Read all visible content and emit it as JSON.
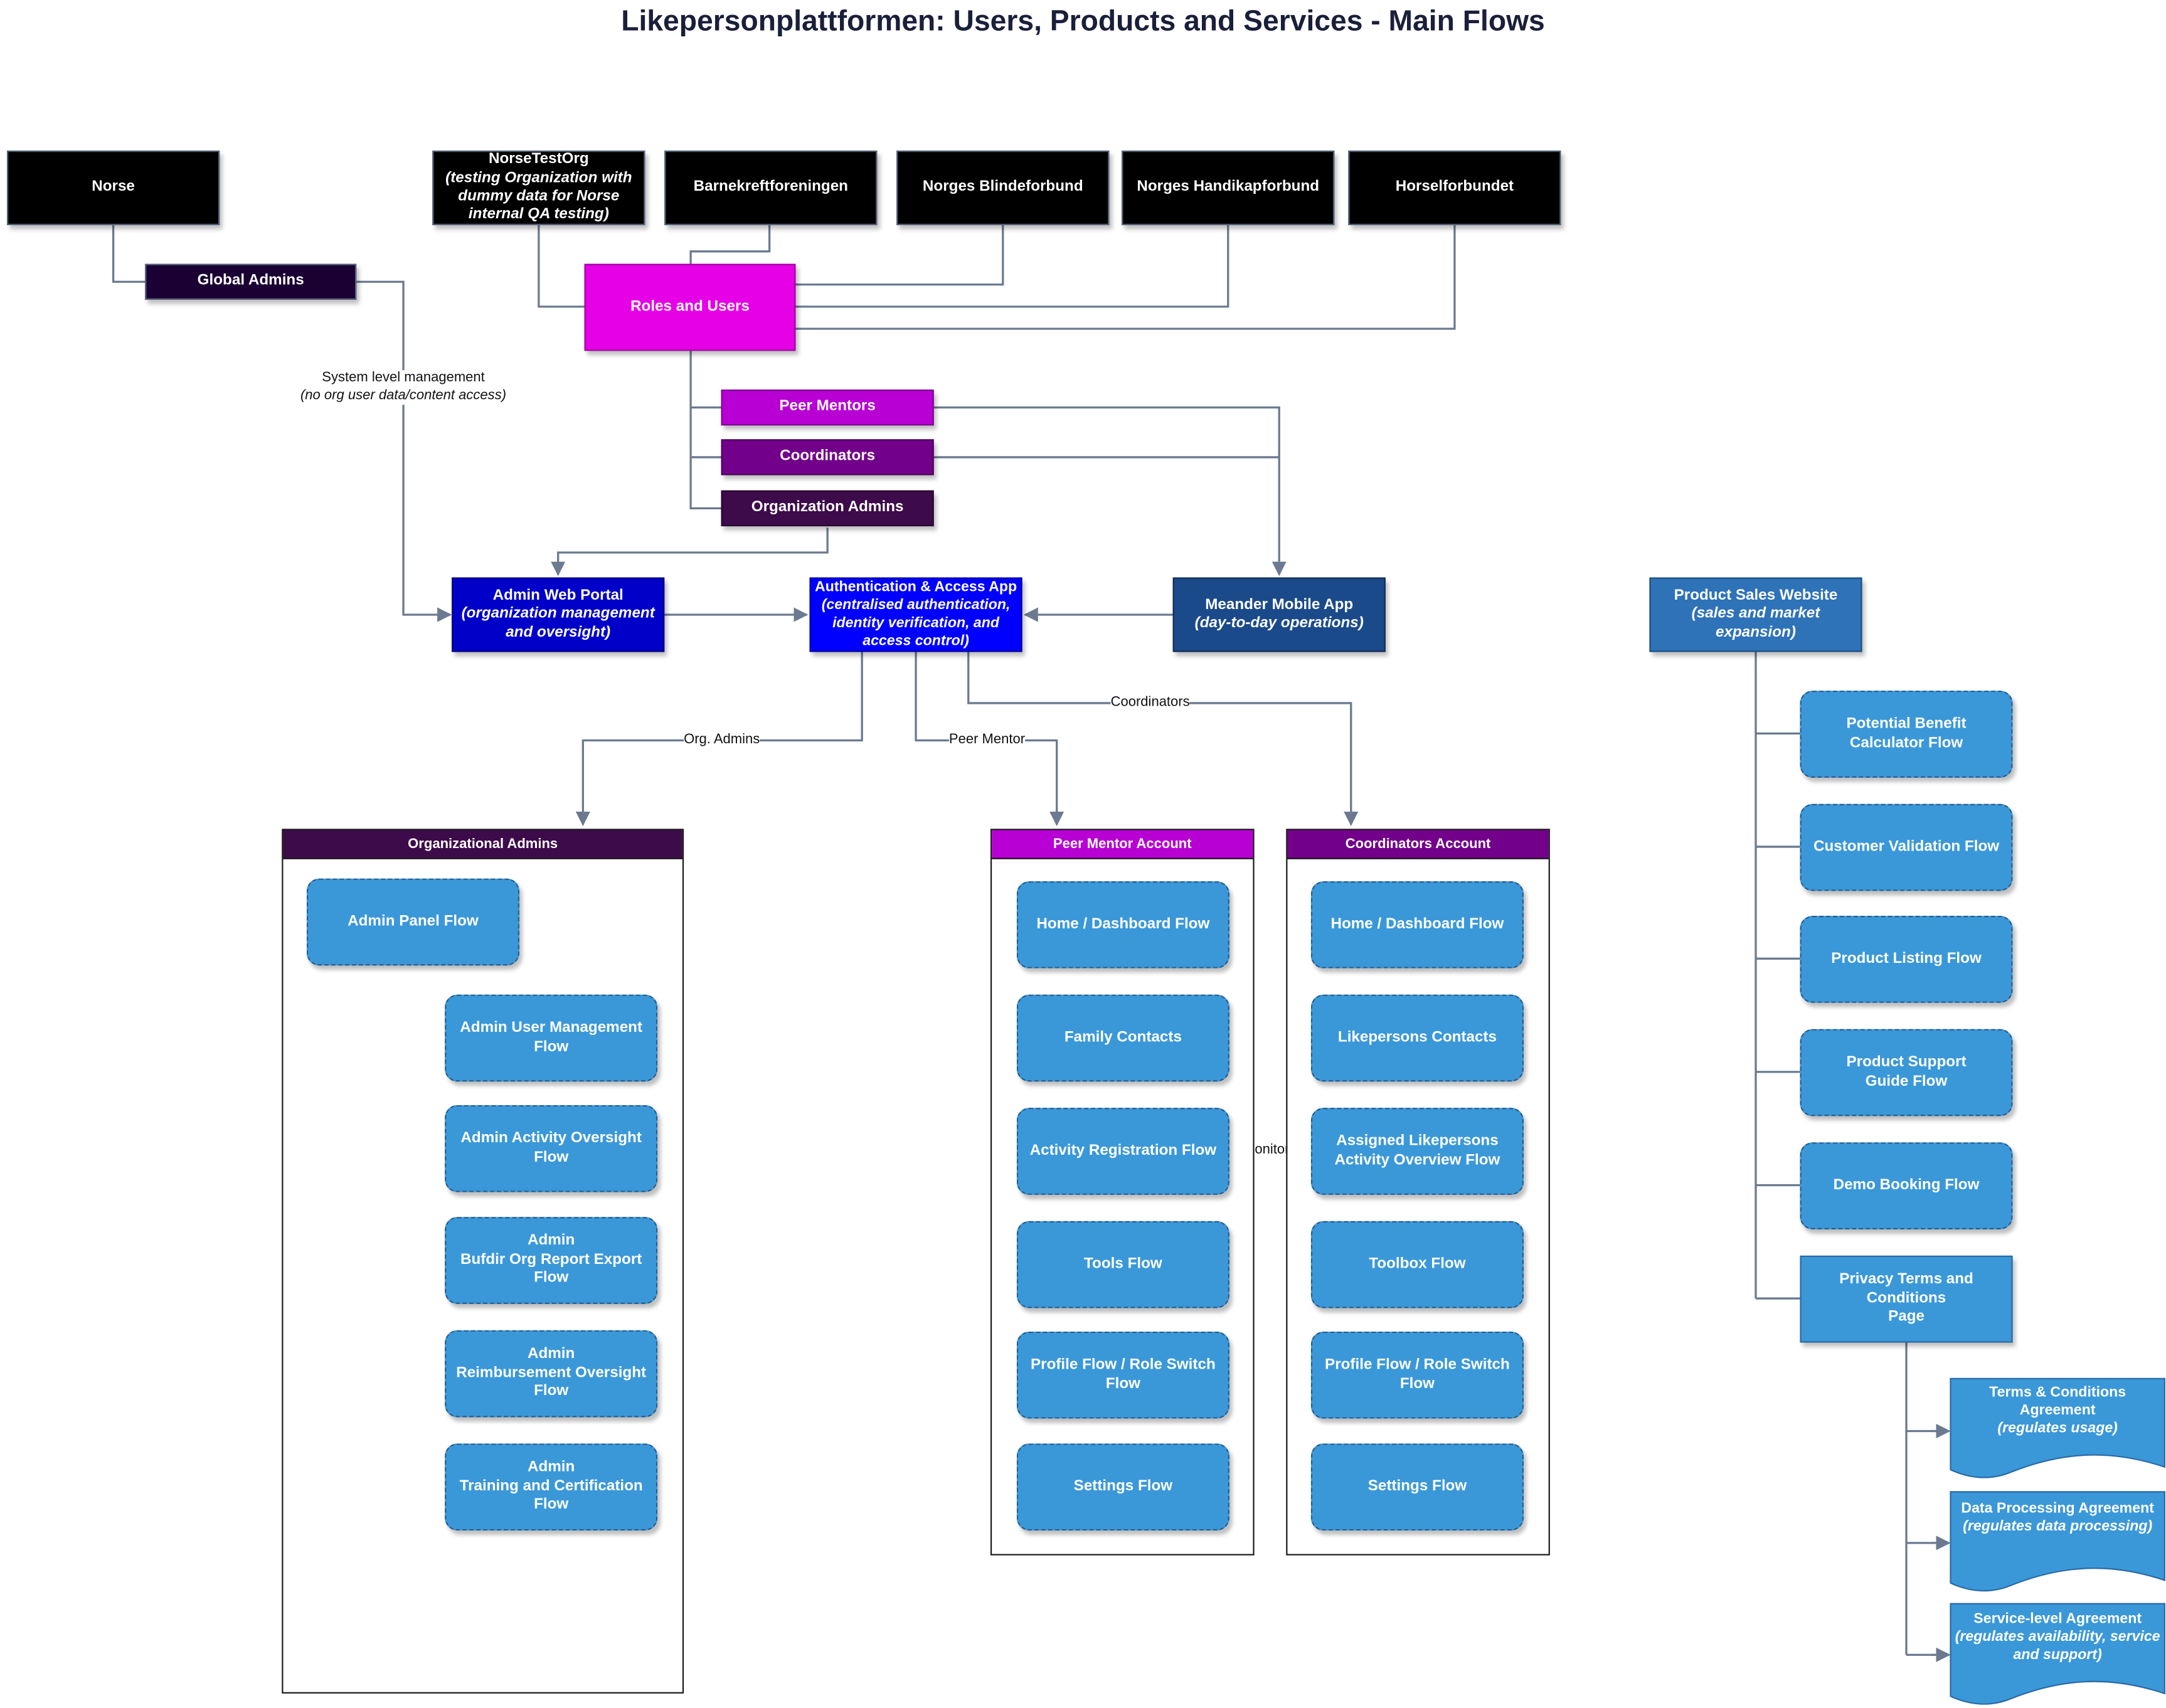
{
  "title": "Likepersonplattformen: Users, Products and Services - Main Flows",
  "orgs": {
    "norse": "Norse",
    "norse_test_title": "NorseTestOrg",
    "norse_test_note": "(testing Organization with dummy data for Norse internal QA testing)",
    "barnekreft": "Barnekreftforeningen",
    "blinde": "Norges Blindeforbund",
    "handikap": "Norges Handikapforbund",
    "horsel": "Horselforbundet"
  },
  "roles": {
    "global_admins": "Global Admins",
    "roles_users": "Roles and Users",
    "peer_mentors": "Peer Mentors",
    "coordinators": "Coordinators",
    "org_admins": "Organization Admins"
  },
  "apps": {
    "admin_portal_title": "Admin Web Portal",
    "admin_portal_note": "(organization management and oversight)",
    "auth_title": "Authentication & Access App",
    "auth_note": "(centralised authentication, identity verification, and access control)",
    "meander_title": "Meander Mobile App",
    "meander_note": "(day-to-day operations)",
    "sales_title": "Product Sales Website",
    "sales_note": "(sales and market expansion)"
  },
  "edge_labels": {
    "system_mgmt": "System level management",
    "system_mgmt_note": "(no org user data/content access)",
    "org_admins": "Org. Admins",
    "peer_mentor": "Peer Mentor",
    "coordinators": "Coordinators",
    "monitors": "Monitors"
  },
  "org_admins_panel": {
    "header": "Organizational Admins",
    "root": "Admin Panel Flow",
    "flows": [
      {
        "l1": "Admin User Management",
        "l2": "Flow",
        "l3": ""
      },
      {
        "l1": "Admin Activity Oversight",
        "l2": "Flow",
        "l3": ""
      },
      {
        "l1": "Admin",
        "l2": "Bufdir Org Report Export",
        "l3": "Flow"
      },
      {
        "l1": "Admin",
        "l2": "Reimbursement Oversight",
        "l3": "Flow"
      },
      {
        "l1": "Admin",
        "l2": "Training and Certification",
        "l3": "Flow"
      }
    ]
  },
  "peer_mentor_panel": {
    "header": "Peer Mentor Account",
    "flows": [
      {
        "l1": "Home / Dashboard Flow",
        "l2": ""
      },
      {
        "l1": "Family Contacts",
        "l2": ""
      },
      {
        "l1": "Activity Registration Flow",
        "l2": ""
      },
      {
        "l1": "Tools Flow",
        "l2": ""
      },
      {
        "l1": "Profile Flow / Role Switch",
        "l2": "Flow"
      },
      {
        "l1": "Settings Flow",
        "l2": ""
      }
    ]
  },
  "coordinators_panel": {
    "header": "Coordinators Account",
    "flows": [
      {
        "l1": "Home / Dashboard Flow",
        "l2": ""
      },
      {
        "l1": "Likepersons Contacts",
        "l2": ""
      },
      {
        "l1": "Assigned Likepersons",
        "l2": "Activity Overview Flow"
      },
      {
        "l1": "Toolbox Flow",
        "l2": ""
      },
      {
        "l1": "Profile Flow / Role Switch",
        "l2": "Flow"
      },
      {
        "l1": "Settings Flow",
        "l2": ""
      }
    ]
  },
  "sales_flows": [
    {
      "l1": "Potential Benefit",
      "l2": "Calculator Flow",
      "l3": ""
    },
    {
      "l1": "Customer Validation Flow",
      "l2": "",
      "l3": ""
    },
    {
      "l1": "Product Listing Flow",
      "l2": "",
      "l3": ""
    },
    {
      "l1": "Product Support",
      "l2": "Guide Flow",
      "l3": ""
    },
    {
      "l1": "Demo Booking Flow",
      "l2": "",
      "l3": ""
    }
  ],
  "privacy_page": {
    "l1": "Privacy Terms and",
    "l2": "Conditions",
    "l3": "Page"
  },
  "documents": [
    {
      "title": "Terms & Conditions Agreement",
      "note": "(regulates usage)"
    },
    {
      "title": "Data Processing Agreement",
      "note": "(regulates data processing)"
    },
    {
      "title": "Service-level Agreement",
      "note": "(regulates availability, service and support)"
    }
  ],
  "colors": {
    "edge": "#6b7a90",
    "flow": "#3a98d8",
    "roles_users": "#e600e6",
    "peer_mentors": "#b800d4",
    "coordinators": "#72008a",
    "org_admins": "#3d0a4a",
    "global_admins": "#1a0033",
    "admin_portal": "#0000c8",
    "auth": "#0000ff",
    "meander": "#1a4a8a",
    "sales": "#2e72b8"
  }
}
